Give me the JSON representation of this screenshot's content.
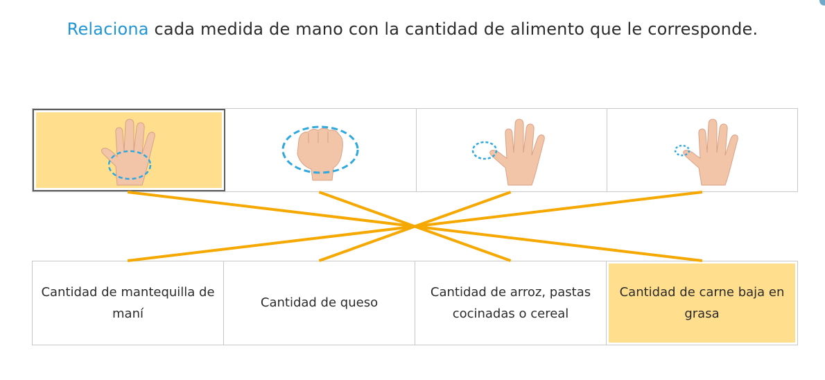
{
  "instruction": {
    "verb": "Relaciona",
    "rest": " cada medida de mano con la cantidad de alimento que le corresponde."
  },
  "hands": [
    {
      "id": "palm",
      "icon": "palm-hand-icon",
      "selected": true
    },
    {
      "id": "fist",
      "icon": "fist-hand-icon",
      "selected": false
    },
    {
      "id": "thumb",
      "icon": "thumb-hand-icon",
      "selected": false
    },
    {
      "id": "fingertip",
      "icon": "fingertip-hand-icon",
      "selected": false
    }
  ],
  "foods": [
    {
      "label": "Cantidad de mantequilla de maní",
      "selected": false
    },
    {
      "label": "Cantidad de queso",
      "selected": false
    },
    {
      "label": "Cantidad de arroz, pastas cocinadas o cereal",
      "selected": false
    },
    {
      "label": "Cantidad de carne baja en grasa",
      "selected": true
    }
  ],
  "connections": [
    [
      0,
      3
    ],
    [
      1,
      2
    ],
    [
      2,
      1
    ],
    [
      3,
      0
    ]
  ],
  "colors": {
    "accent": "#1f95d4",
    "selected_fill": "#ffde8e",
    "connector": "#f5a800",
    "circle": "#2ea8de",
    "skin": "#f2c4a8"
  }
}
